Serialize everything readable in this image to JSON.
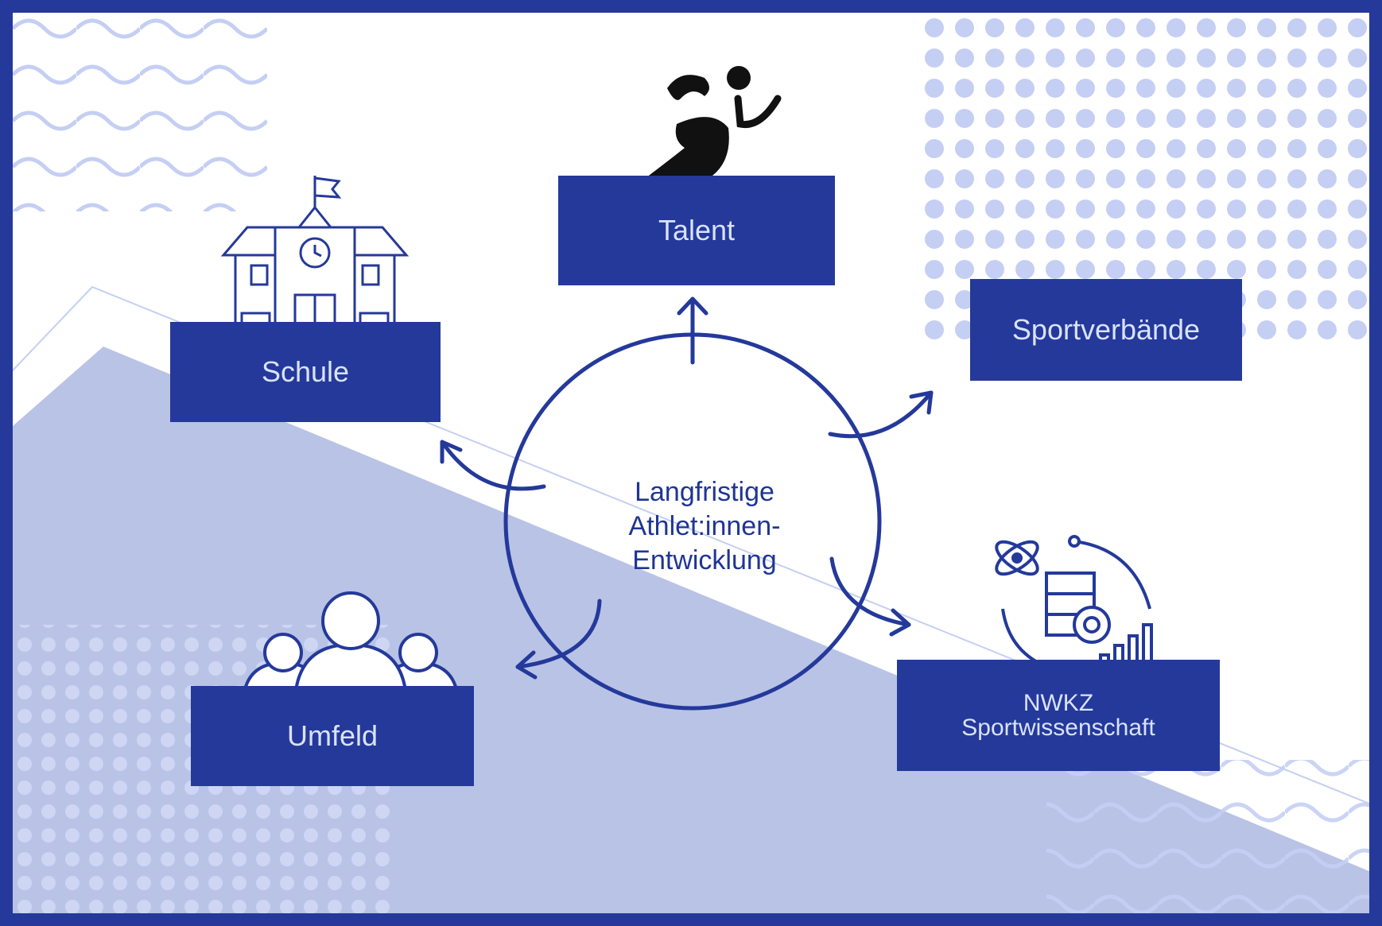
{
  "diagram": {
    "center_label_lines": [
      "Langfristige",
      "Athlet:innen-",
      "Entwicklung"
    ],
    "nodes": {
      "talent": {
        "label": "Talent",
        "icon": "runner-icon"
      },
      "sportverbaende": {
        "label": "Sportverbände"
      },
      "nwkz": {
        "label_lines": [
          "NWKZ",
          "Sportwissenschaft"
        ],
        "icon": "science-data-icon"
      },
      "umfeld": {
        "label": "Umfeld",
        "icon": "people-group-icon"
      },
      "schule": {
        "label": "Schule",
        "icon": "school-building-icon"
      }
    },
    "colors": {
      "primary": "#24399a",
      "box_text": "#d9e2ff",
      "light_area": "#b8c3e6",
      "pattern": "#c5cff3"
    }
  }
}
